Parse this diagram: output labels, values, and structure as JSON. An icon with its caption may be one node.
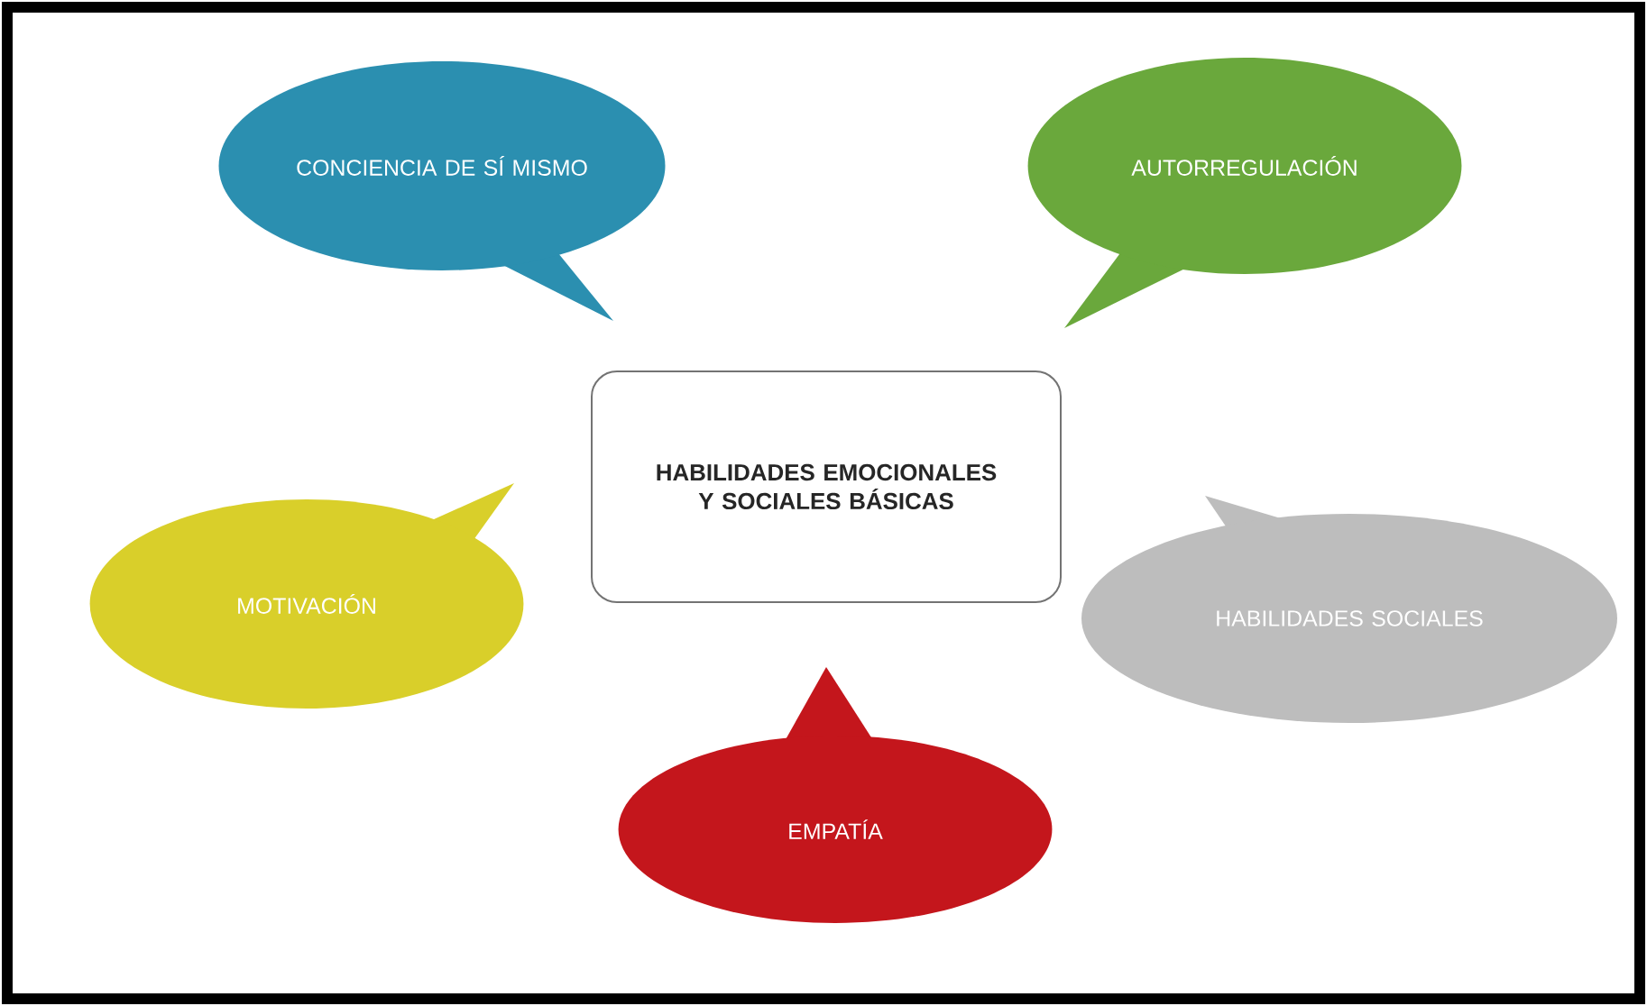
{
  "diagram": {
    "nodes": [
      {
        "text": [
          "CONCIENCIA DE SÍ MISMO"
        ]
      },
      {
        "text": [
          "AUTORREGULACIÓN"
        ]
      },
      {
        "text": [
          "HABILIDADES EMOCIONALES Y SOCIALES BÁSICAS"
        ]
      },
      {
        "text": [
          "MOTIVACIÓN"
        ]
      },
      {
        "text": [
          "HABILIDADES SOCIALES"
        ]
      },
      {
        "text": [
          "EMPATÍA"
        ]
      }
    ]
  }
}
